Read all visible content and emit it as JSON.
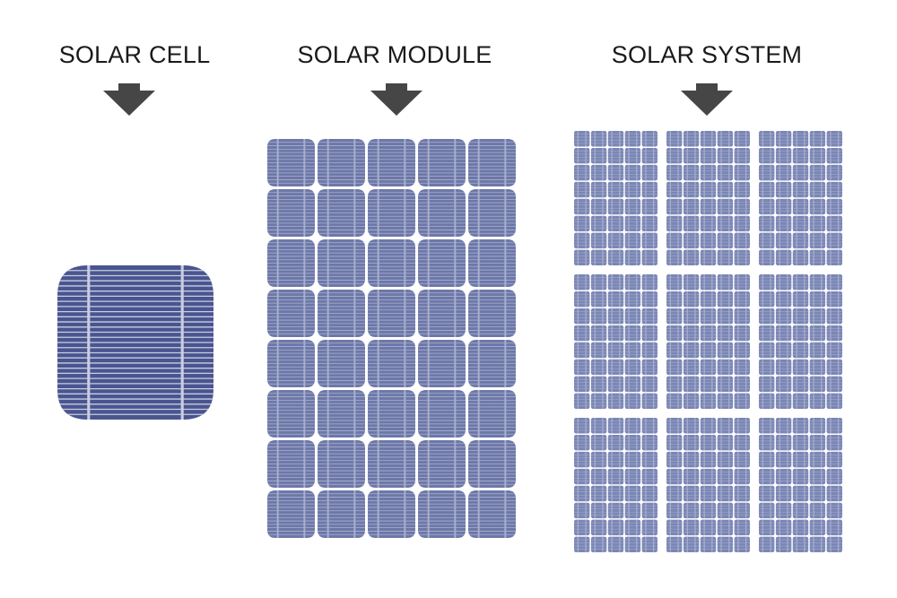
{
  "labels": {
    "cell": "SOLAR CELL",
    "module": "SOLAR MODULE",
    "system": "SOLAR SYSTEM"
  },
  "colors": {
    "cell_fill": "#4a5590",
    "cell_line": "#c9cde0",
    "module_cell_fill": "#6d78a8",
    "module_line": "#a9b0cf",
    "panel_fill": "#7a86b4",
    "arrow": "#464646",
    "text": "#1a1a1a"
  },
  "structure": {
    "module_cols": 5,
    "module_rows": 8,
    "system_cols": 3,
    "system_rows": 3,
    "panel_cell_cols": 5,
    "panel_cell_rows": 8
  }
}
